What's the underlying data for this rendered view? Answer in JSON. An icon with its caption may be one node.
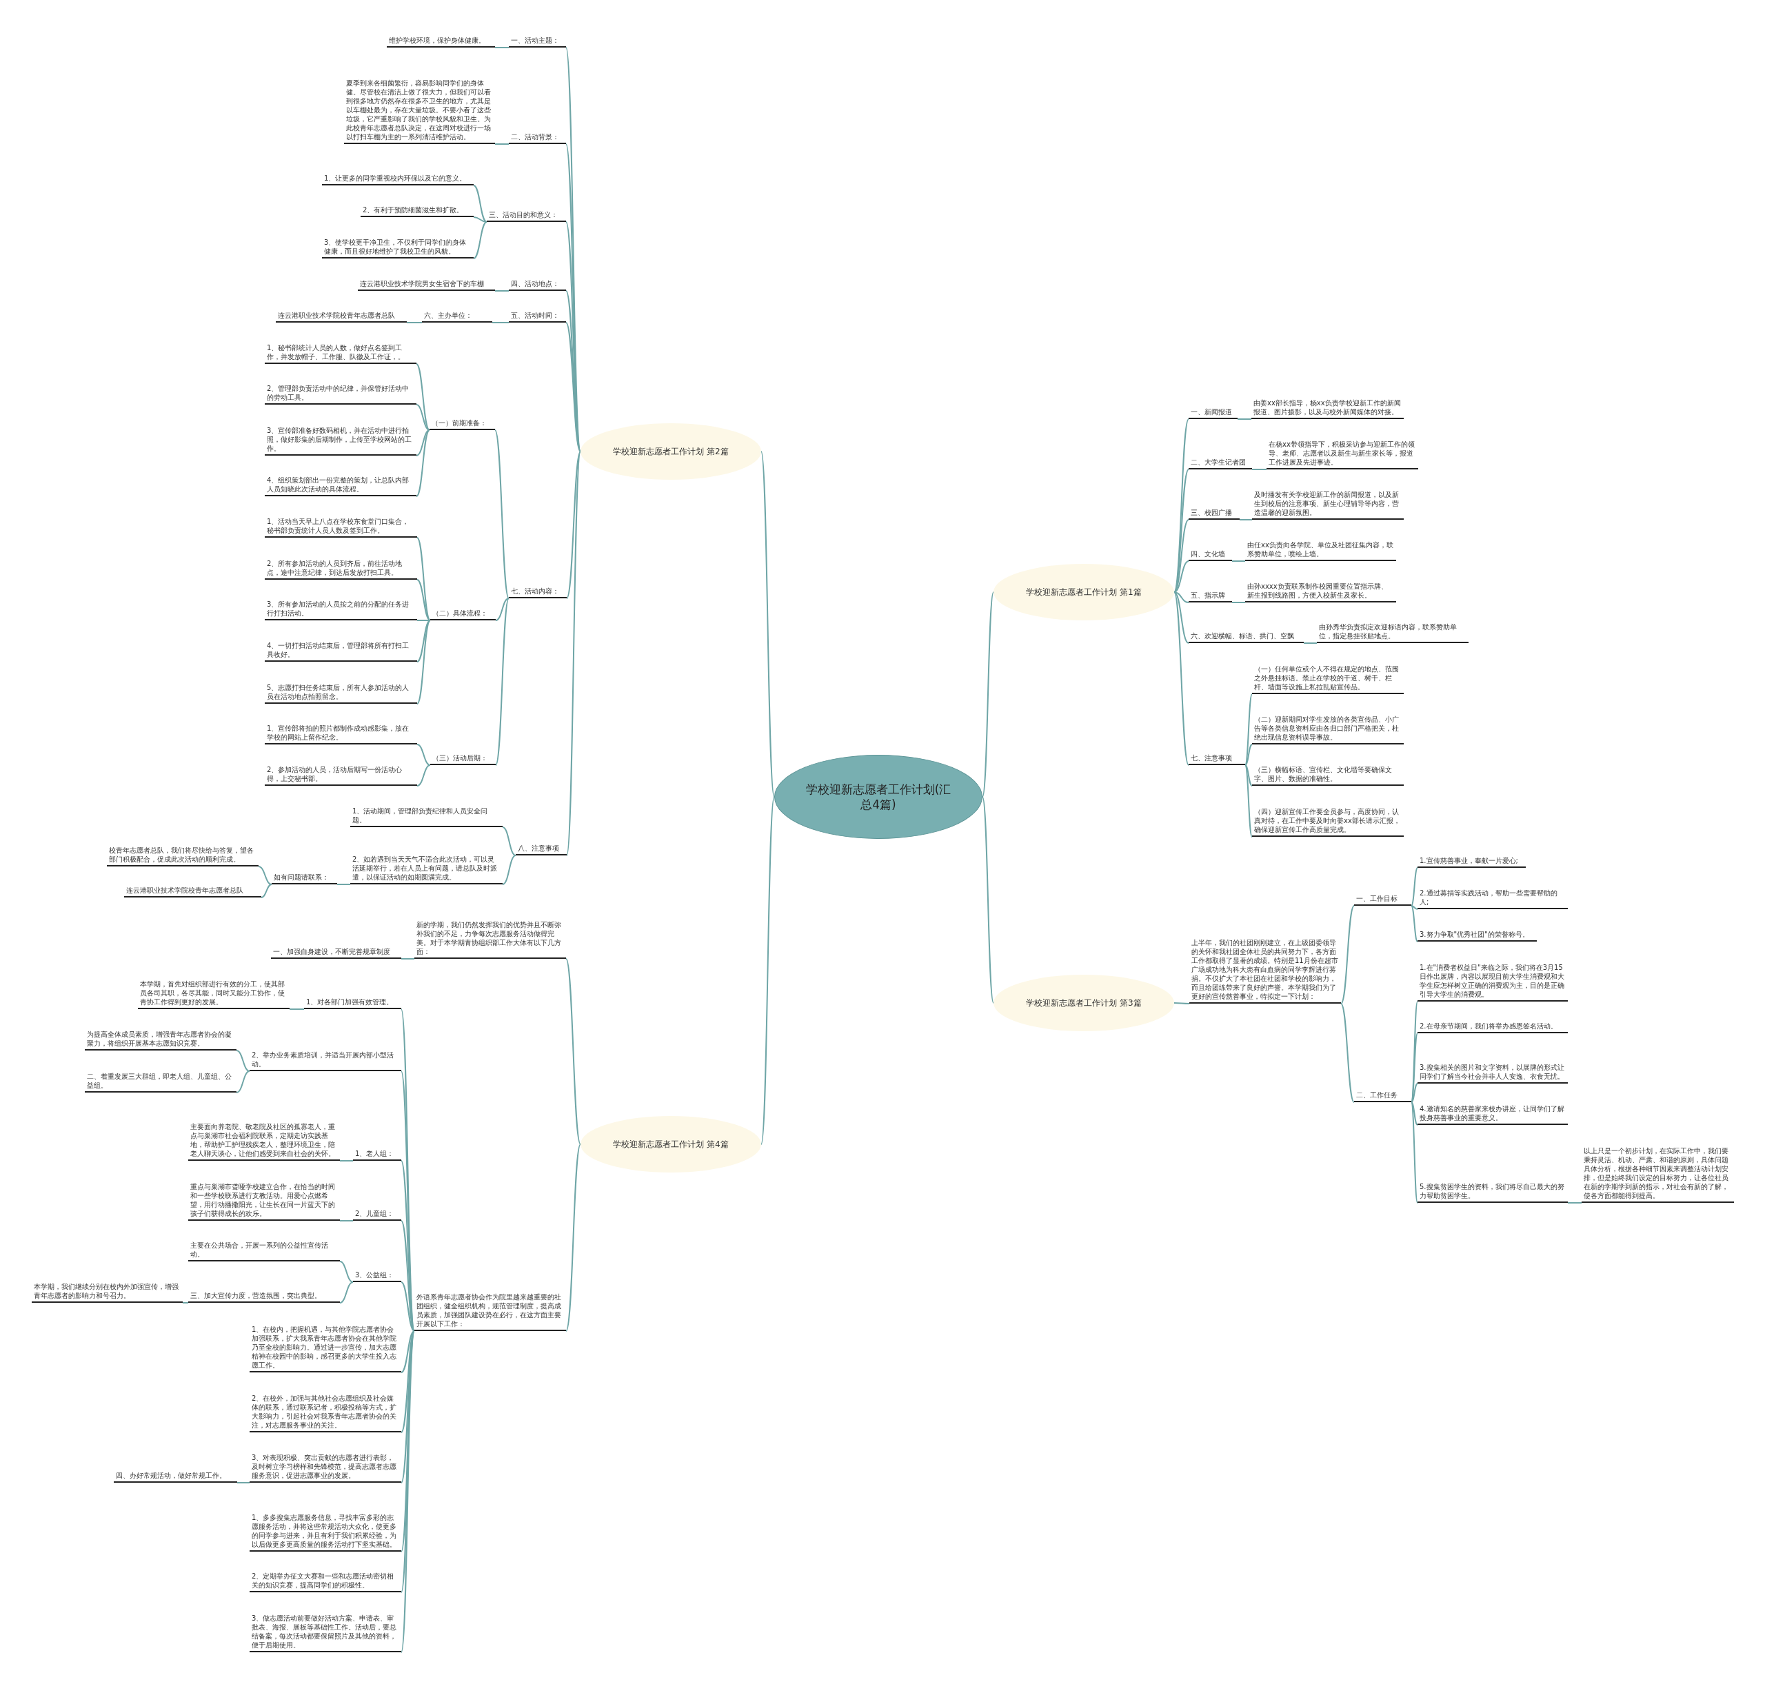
{
  "diagram": {
    "nodes": [
      {
        "text": [
          "学校迎新志愿者工作计划(汇总4篇)"
        ]
      },
      {
        "text": [
          "学校迎新志愿者工作计划 第2篇"
        ]
      },
      {
        "text": [
          "一、活动主题："
        ]
      },
      {
        "text": [
          "维护学校环境，保护身体健康。"
        ]
      },
      {
        "text": [
          "二、活动背景："
        ]
      },
      {
        "text": [
          "夏季到来各细菌繁衍，容易影响同学们的身体健。尽管校在清洁上做了很大力，但我们可以看到很多地方仍然存在很多不卫生的地方，尤其是以车棚处最为，存在大量垃圾。不要小看了这些垃圾，它严重影响了我们的学校风貌和卫生。为此校青年志愿者总队决定，在这周对校进行一场以打扫车棚为主的一系列清洁维护活动。"
        ]
      },
      {
        "text": [
          "三、活动目的和意义："
        ]
      },
      {
        "text": [
          "1、让更多的同学重视校内环保以及它的意义。"
        ]
      },
      {
        "text": [
          "2、有利于预防细菌滋生和扩散。"
        ]
      },
      {
        "text": [
          "3、使学校更干净卫生，不仅利于同学们的身体健康，而且很好地维护了我校卫生的风貌。"
        ]
      },
      {
        "text": [
          "四、活动地点："
        ]
      },
      {
        "text": [
          "连云港职业技术学院男女生宿舍下的车棚"
        ]
      },
      {
        "text": [
          "五、活动时间："
        ]
      },
      {
        "text": [
          "六、主办单位："
        ]
      },
      {
        "text": [
          "连云港职业技术学院校青年志愿者总队"
        ]
      },
      {
        "text": [
          "七、活动内容："
        ]
      },
      {
        "text": [
          "（一）前期准备："
        ]
      },
      {
        "text": [
          "1、秘书部统计人员的人数，做好点名签到工作，并发放帽子、工作服、队徽及工作证，。"
        ]
      },
      {
        "text": [
          "2、管理部负责活动中的纪律，并保管好活动中的劳动工具。"
        ]
      },
      {
        "text": [
          "3、宣传部准备好数码相机，并在活动中进行拍照，做好影集的后期制作，上传至学校网站的工作。"
        ]
      },
      {
        "text": [
          "4、组织策划部出一份完整的策划，让总队内部人员知晓此次活动的具体流程。"
        ]
      },
      {
        "text": [
          "（二）具体流程："
        ]
      },
      {
        "text": [
          "1、活动当天早上八点在学校东食堂门口集合，秘书部负责统计人员人数及签到工作。"
        ]
      },
      {
        "text": [
          "2、所有参加活动的人员到齐后，前往活动地点，途中注意纪律，到达后发放打扫工具。"
        ]
      },
      {
        "text": [
          "3、所有参加活动的人员按之前的分配的任务进行打扫活动。"
        ]
      },
      {
        "text": [
          "4、一切打扫活动结束后，管理部将所有打扫工具收好。"
        ]
      },
      {
        "text": [
          "5、志愿打扫任务结束后，所有人参加活动的人员在活动地点拍照留念。"
        ]
      },
      {
        "text": [
          "（三）活动后期："
        ]
      },
      {
        "text": [
          "1、宣传部将拍的照片都制作成动感影集，放在学校的网站上留作纪念。"
        ]
      },
      {
        "text": [
          "2、参加活动的人员，活动后期写一份活动心得，上交秘书部。"
        ]
      },
      {
        "text": [
          "八、注意事项"
        ]
      },
      {
        "text": [
          "1、活动期间，管理部负责纪律和人员安全问题。"
        ]
      },
      {
        "text": [
          "2、如若遇到当天天气不适合此次活动，可以灵活延期举行，若在人员上有问题，请总队及时派遣，以保证活动的如期圆满完成。"
        ]
      },
      {
        "text": [
          "如有问题请联系："
        ]
      },
      {
        "text": [
          "校青年志愿者总队，我们将尽快给与答复，望各部门积极配合，促成此次活动的顺利完成。"
        ]
      },
      {
        "text": [
          "连云港职业技术学院校青年志愿者总队"
        ]
      },
      {
        "text": [
          "学校迎新志愿者工作计划 第1篇"
        ]
      },
      {
        "text": [
          "一、新闻报道"
        ]
      },
      {
        "text": [
          "由姜xx部长指导，杨xx负责学校迎新工作的新闻报道、图片摄影，以及与校外新闻媒体的对接。"
        ]
      },
      {
        "text": [
          "二、大学生记者团"
        ]
      },
      {
        "text": [
          "在杨xx带领指导下，积极采访参与迎新工作的领导、老师、志愿者以及新生与新生家长等，报道工作进展及先进事迹。"
        ]
      },
      {
        "text": [
          "三、校园广播"
        ]
      },
      {
        "text": [
          "及时播发有关学校迎新工作的新闻报道，以及新生到校后的注意事项、新生心理辅导等内容，营造温馨的迎新氛围。"
        ]
      },
      {
        "text": [
          "四、文化墙"
        ]
      },
      {
        "text": [
          "由任xx负责向各学院、单位及社团征集内容，联系赞助单位，喷绘上墙。"
        ]
      },
      {
        "text": [
          "五、指示牌"
        ]
      },
      {
        "text": [
          "由孙xxxx负责联系制作校园重要位置指示牌、新生报到线路图，方便入校新生及家长。"
        ]
      },
      {
        "text": [
          "六、欢迎横幅、标语、拱门、空飘"
        ]
      },
      {
        "text": [
          "由孙秀华负责拟定欢迎标语内容，联系赞助单位，指定悬挂张贴地点。"
        ]
      },
      {
        "text": [
          "七、注意事项"
        ]
      },
      {
        "text": [
          "（一）任何单位或个人不得在规定的地点、范围之外悬挂标语。禁止在学校的干道、树干、栏杆、墙面等设施上私拉乱贴宣传品。"
        ]
      },
      {
        "text": [
          "（二）迎新期间对学生发放的各类宣传品、小广告等各类信息资料应由各归口部门严格把关，杜绝出现信息资料误导事故。"
        ]
      },
      {
        "text": [
          "（三）横幅标语、宣传栏、文化墙等要确保文字、图片、数据的准确性。"
        ]
      },
      {
        "text": [
          "（四）迎新宣传工作要全员参与，高度协同，认真对待，在工作中要及时向姜xx部长请示汇报，确保迎新宣传工作高质量完成。"
        ]
      },
      {
        "text": [
          "学校迎新志愿者工作计划 第3篇"
        ]
      },
      {
        "text": [
          "上半年，我们的社团刚刚建立，在上级团委领导的关怀和我社团全体社员的共同努力下，各方面工作都取得了显著的成绩。特别是11月份在超市广场成功地为科大患有白血病的同学李辉进行募捐。不仅扩大了本社团在社团和学校的影响力，而且给团练带来了良好的声誉。本学期我们为了更好的宣传慈善事业，特拟定一下计划："
        ]
      },
      {
        "text": [
          "一、工作目标"
        ]
      },
      {
        "text": [
          "1.宣传慈善事业，奉献一片爱心;"
        ]
      },
      {
        "text": [
          "2.通过募捐等实践活动，帮助一些需要帮助的人;"
        ]
      },
      {
        "text": [
          "3.努力争取\"优秀社团\"的荣誉称号。"
        ]
      },
      {
        "text": [
          "二、工作任务"
        ]
      },
      {
        "text": [
          "1.在\"消费者权益日\"来临之际，我们将在3月15日作出展牌，内容以展现目前大学生消费观和大学生应怎样树立正确的消费观为主，目的是正确引导大学生的消费观。"
        ]
      },
      {
        "text": [
          "2.在母亲节期间，我们将举办感恩签名活动。"
        ]
      },
      {
        "text": [
          "3.搜集相关的图片和文字资料，以展牌的形式让同学们了解当今社会并非人人安逸、衣食无忧。"
        ]
      },
      {
        "text": [
          "4.邀请知名的慈善家来校办讲座，让同学们了解投身慈善事业的重要意义。"
        ]
      },
      {
        "text": [
          "5.搜集贫困学生的资料，我们将尽自己最大的努力帮助贫困学生。"
        ]
      },
      {
        "text": [
          "以上只是一个初步计划，在实际工作中，我们要秉持灵活、机动、严肃、和谐的原则，具体问题具体分析，根据各种细节因素来调整活动计划安排，但是始终我们设定的目标努力，让各位社员在新的学期学到新的指示，对社会有新的了解，使各方面都能得到提高。"
        ]
      },
      {
        "text": [
          "学校迎新志愿者工作计划 第4篇"
        ]
      },
      {
        "text": [
          "新的学期，我们仍然发挥我们的优势并且不断弥补我们的不足，力争每次志愿服务活动做得完美。对于本学期青协组织部工作大体有以下几方面："
        ]
      },
      {
        "text": [
          "一、加强自身建设，不断完善规章制度"
        ]
      },
      {
        "text": [
          "外语系青年志愿者协会作为院里越来越重要的社团组织，健全组织机构，规范管理制度，提高成员素质，加强团队建设势在必行，在这方面主要开展以下工作："
        ]
      },
      {
        "text": [
          "1、对各部门加强有效管理。"
        ]
      },
      {
        "text": [
          "本学期，首先对组织部进行有效的分工，使其部员各司其职，各尽其能，同时又能分工协作，使青协工作得到更好的发展。"
        ]
      },
      {
        "text": [
          "2、举办业务素质培训，并适当开展内部小型活动。"
        ]
      },
      {
        "text": [
          "为提高全体成员素质，增强青年志愿者协会的凝聚力，将组织开展基本志愿知识竞赛。"
        ]
      },
      {
        "text": [
          "二、着重发展三大群组，即老人组、儿童组、公益组。"
        ]
      },
      {
        "text": [
          "1、老人组："
        ]
      },
      {
        "text": [
          "主要面向养老院、敬老院及社区的孤寡老人，重点与巢湖市社会福利院联系，定期走访实践基地，帮助护工护理残疾老人，整理环境卫生，陪老人聊天谈心，让他们感受到来自社会的关怀。"
        ]
      },
      {
        "text": [
          "2、儿童组："
        ]
      },
      {
        "text": [
          "重点与巢湖市聋哑学校建立合作，在恰当的时间和一些学校联系进行支教活动。用爱心点燃希望，用行动播撒阳光，让生长在同一片蓝天下的孩子们获得成长的欢乐。"
        ]
      },
      {
        "text": [
          "3、公益组："
        ]
      },
      {
        "text": [
          "主要在公共场合，开展一系列的公益性宣传活动。"
        ]
      },
      {
        "text": [
          "三、加大宣传力度，营造氛围，突出典型。"
        ]
      },
      {
        "text": [
          "本学期，我们继续分别在校内外加强宣传，增强青年志愿者的影响力和号召力。"
        ]
      },
      {
        "text": [
          "1、在校内，把握机遇，与其他学院志愿者协会加强联系，扩大我系青年志愿者协会在其他学院乃至全校的影响力。通过进一步宣传，加大志愿精神在校园中的影响，感召更多的大学生投入志愿工作。"
        ]
      },
      {
        "text": [
          "2、在校外，加强与其他社会志愿组织及社会媒体的联系，通过联系记者，积极投稿等方式，扩大影响力，引起社会对我系青年志愿者协会的关注，对志愿服务事业的关注。"
        ]
      },
      {
        "text": [
          "3、对表现积极、突出贡献的志愿者进行表彰，及时树立学习榜样和先锋模范，提高志愿者志愿服务意识，促进志愿事业的发展。"
        ]
      },
      {
        "text": [
          "四、办好常规活动，做好常规工作。"
        ]
      },
      {
        "text": [
          "1、多多搜集志愿服务信息，寻找丰富多彩的志愿服务活动，并将这些常规活动大众化，使更多的同学参与进来，并且有利于我们积累经验，为以后做更多更高质量的服务活动打下坚实基础。"
        ]
      },
      {
        "text": [
          "2、定期举办征文大赛和一些和志愿活动密切相关的知识竞赛，提高同学们的积极性。"
        ]
      },
      {
        "text": [
          "3、做志愿活动前要做好活动方案、申请表、审批表、海报、展板等基础性工作。活动后，要总结备案，每次活动都要保留照片及其他的资料，便于后期使用。"
        ]
      }
    ],
    "edges": [
      {
        "from": 0,
        "to": 1,
        "arrow": "none"
      },
      {
        "from": 1,
        "to": 2,
        "arrow": "none"
      },
      {
        "from": 2,
        "to": 3,
        "arrow": "none"
      },
      {
        "from": 1,
        "to": 4,
        "arrow": "none"
      },
      {
        "from": 4,
        "to": 5,
        "arrow": "none"
      },
      {
        "from": 1,
        "to": 6,
        "arrow": "none"
      },
      {
        "from": 6,
        "to": 7,
        "arrow": "none"
      },
      {
        "from": 6,
        "to": 8,
        "arrow": "none"
      },
      {
        "from": 6,
        "to": 9,
        "arrow": "none"
      },
      {
        "from": 1,
        "to": 10,
        "arrow": "none"
      },
      {
        "from": 10,
        "to": 11,
        "arrow": "none"
      },
      {
        "from": 1,
        "to": 12,
        "arrow": "none"
      },
      {
        "from": 12,
        "to": 13,
        "arrow": "none"
      },
      {
        "from": 13,
        "to": 14,
        "arrow": "none"
      },
      {
        "from": 1,
        "to": 15,
        "arrow": "none"
      },
      {
        "from": 15,
        "to": 16,
        "arrow": "none"
      },
      {
        "from": 16,
        "to": 17,
        "arrow": "none"
      },
      {
        "from": 16,
        "to": 18,
        "arrow": "none"
      },
      {
        "from": 16,
        "to": 19,
        "arrow": "none"
      },
      {
        "from": 16,
        "to": 20,
        "arrow": "none"
      },
      {
        "from": 15,
        "to": 21,
        "arrow": "none"
      },
      {
        "from": 21,
        "to": 22,
        "arrow": "none"
      },
      {
        "from": 21,
        "to": 23,
        "arrow": "none"
      },
      {
        "from": 21,
        "to": 24,
        "arrow": "none"
      },
      {
        "from": 21,
        "to": 25,
        "arrow": "none"
      },
      {
        "from": 21,
        "to": 26,
        "arrow": "none"
      },
      {
        "from": 15,
        "to": 27,
        "arrow": "none"
      },
      {
        "from": 27,
        "to": 28,
        "arrow": "none"
      },
      {
        "from": 27,
        "to": 29,
        "arrow": "none"
      },
      {
        "from": 1,
        "to": 30,
        "arrow": "none"
      },
      {
        "from": 30,
        "to": 31,
        "arrow": "none"
      },
      {
        "from": 30,
        "to": 32,
        "arrow": "none"
      },
      {
        "from": 32,
        "to": 33,
        "arrow": "none"
      },
      {
        "from": 33,
        "to": 34,
        "arrow": "none"
      },
      {
        "from": 33,
        "to": 35,
        "arrow": "none"
      },
      {
        "from": 0,
        "to": 36,
        "arrow": "none"
      },
      {
        "from": 36,
        "to": 37,
        "arrow": "none"
      },
      {
        "from": 37,
        "to": 38,
        "arrow": "none"
      },
      {
        "from": 36,
        "to": 39,
        "arrow": "none"
      },
      {
        "from": 39,
        "to": 40,
        "arrow": "none"
      },
      {
        "from": 36,
        "to": 41,
        "arrow": "none"
      },
      {
        "from": 41,
        "to": 42,
        "arrow": "none"
      },
      {
        "from": 36,
        "to": 43,
        "arrow": "none"
      },
      {
        "from": 43,
        "to": 44,
        "arrow": "none"
      },
      {
        "from": 36,
        "to": 45,
        "arrow": "none"
      },
      {
        "from": 45,
        "to": 46,
        "arrow": "none"
      },
      {
        "from": 36,
        "to": 47,
        "arrow": "none"
      },
      {
        "from": 47,
        "to": 48,
        "arrow": "none"
      },
      {
        "from": 36,
        "to": 49,
        "arrow": "none"
      },
      {
        "from": 49,
        "to": 50,
        "arrow": "none"
      },
      {
        "from": 49,
        "to": 51,
        "arrow": "none"
      },
      {
        "from": 49,
        "to": 52,
        "arrow": "none"
      },
      {
        "from": 49,
        "to": 53,
        "arrow": "none"
      },
      {
        "from": 0,
        "to": 54,
        "arrow": "none"
      },
      {
        "from": 54,
        "to": 55,
        "arrow": "none"
      },
      {
        "from": 55,
        "to": 56,
        "arrow": "none"
      },
      {
        "from": 56,
        "to": 57,
        "arrow": "none"
      },
      {
        "from": 56,
        "to": 58,
        "arrow": "none"
      },
      {
        "from": 56,
        "to": 59,
        "arrow": "none"
      },
      {
        "from": 55,
        "to": 60,
        "arrow": "none"
      },
      {
        "from": 60,
        "to": 61,
        "arrow": "none"
      },
      {
        "from": 60,
        "to": 62,
        "arrow": "none"
      },
      {
        "from": 60,
        "to": 63,
        "arrow": "none"
      },
      {
        "from": 60,
        "to": 64,
        "arrow": "none"
      },
      {
        "from": 60,
        "to": 65,
        "arrow": "none"
      },
      {
        "from": 65,
        "to": 66,
        "arrow": "none"
      },
      {
        "from": 0,
        "to": 67,
        "arrow": "none"
      },
      {
        "from": 67,
        "to": 68,
        "arrow": "none"
      },
      {
        "from": 68,
        "to": 69,
        "arrow": "none"
      },
      {
        "from": 67,
        "to": 70,
        "arrow": "none"
      },
      {
        "from": 70,
        "to": 71,
        "arrow": "none"
      },
      {
        "from": 71,
        "to": 72,
        "arrow": "none"
      },
      {
        "from": 70,
        "to": 73,
        "arrow": "none"
      },
      {
        "from": 73,
        "to": 74,
        "arrow": "none"
      },
      {
        "from": 73,
        "to": 75,
        "arrow": "none"
      },
      {
        "from": 70,
        "to": 76,
        "arrow": "none"
      },
      {
        "from": 76,
        "to": 77,
        "arrow": "none"
      },
      {
        "from": 70,
        "to": 78,
        "arrow": "none"
      },
      {
        "from": 78,
        "to": 79,
        "arrow": "none"
      },
      {
        "from": 70,
        "to": 80,
        "arrow": "none"
      },
      {
        "from": 80,
        "to": 81,
        "arrow": "none"
      },
      {
        "from": 80,
        "to": 82,
        "arrow": "none"
      },
      {
        "from": 82,
        "to": 83,
        "arrow": "none"
      },
      {
        "from": 70,
        "to": 84,
        "arrow": "none"
      },
      {
        "from": 70,
        "to": 85,
        "arrow": "none"
      },
      {
        "from": 70,
        "to": 86,
        "arrow": "none"
      },
      {
        "from": 86,
        "to": 87,
        "arrow": "none"
      },
      {
        "from": 70,
        "to": 88,
        "arrow": "none"
      },
      {
        "from": 70,
        "to": 89,
        "arrow": "none"
      },
      {
        "from": 70,
        "to": 90,
        "arrow": "none"
      }
    ]
  }
}
